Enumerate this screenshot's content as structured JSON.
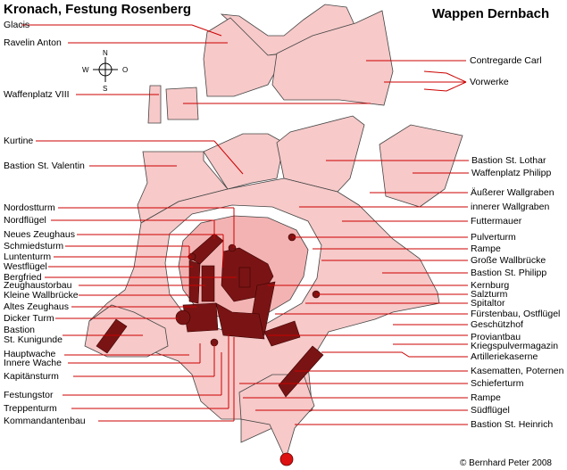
{
  "title": "Kronach, Festung Rosenberg",
  "subtitle": "Wappen Dernbach",
  "credit": "© Bernhard Peter 2008",
  "compass": {
    "n": "N",
    "s": "S",
    "w": "W",
    "o": "O"
  },
  "labels_left": [
    "Glacis",
    "Ravelin Anton",
    "Waffenplatz VIII",
    "Kurtine",
    "Bastion St. Valentin",
    "Nordostturm",
    "Nordflügel",
    "Neues Zeughaus",
    "Schmiedsturm",
    "Luntenturm",
    "Westflügel",
    "Bergfried",
    "Zeughaustorbau",
    "Kleine Wallbrücke",
    "Altes Zeughaus",
    "Dicker Turm",
    "Bastion",
    "St. Kunigunde",
    "Hauptwache",
    "Innere Wache",
    "Kapitänsturm",
    "Festungstor",
    "Treppenturm",
    "Kommandantenbau"
  ],
  "labels_right": [
    "Contregarde Carl",
    "Vorwerke",
    "Bastion St. Lothar",
    "Waffenplatz Philipp",
    "Äußerer Wallgraben",
    "innerer Wallgraben",
    "Futtermauer",
    "Pulverturm",
    "Rampe",
    "Große Wallbrücke",
    "Bastion St. Philipp",
    "Kernburg",
    "Salzturm",
    "Spitaltor",
    "Fürstenbau, Ostflügel",
    "Geschützhof",
    "Proviantbau",
    "Kriegspulvermagazin",
    "Artilleriekaserne",
    "Kasematten, Poternen",
    "Schieferturm",
    "Rampe",
    "Südflügel",
    "Bastion St. Heinrich"
  ],
  "colors": {
    "bastion": "#f7c9c9",
    "building": "#7a1414",
    "leader": "#cc0000"
  }
}
